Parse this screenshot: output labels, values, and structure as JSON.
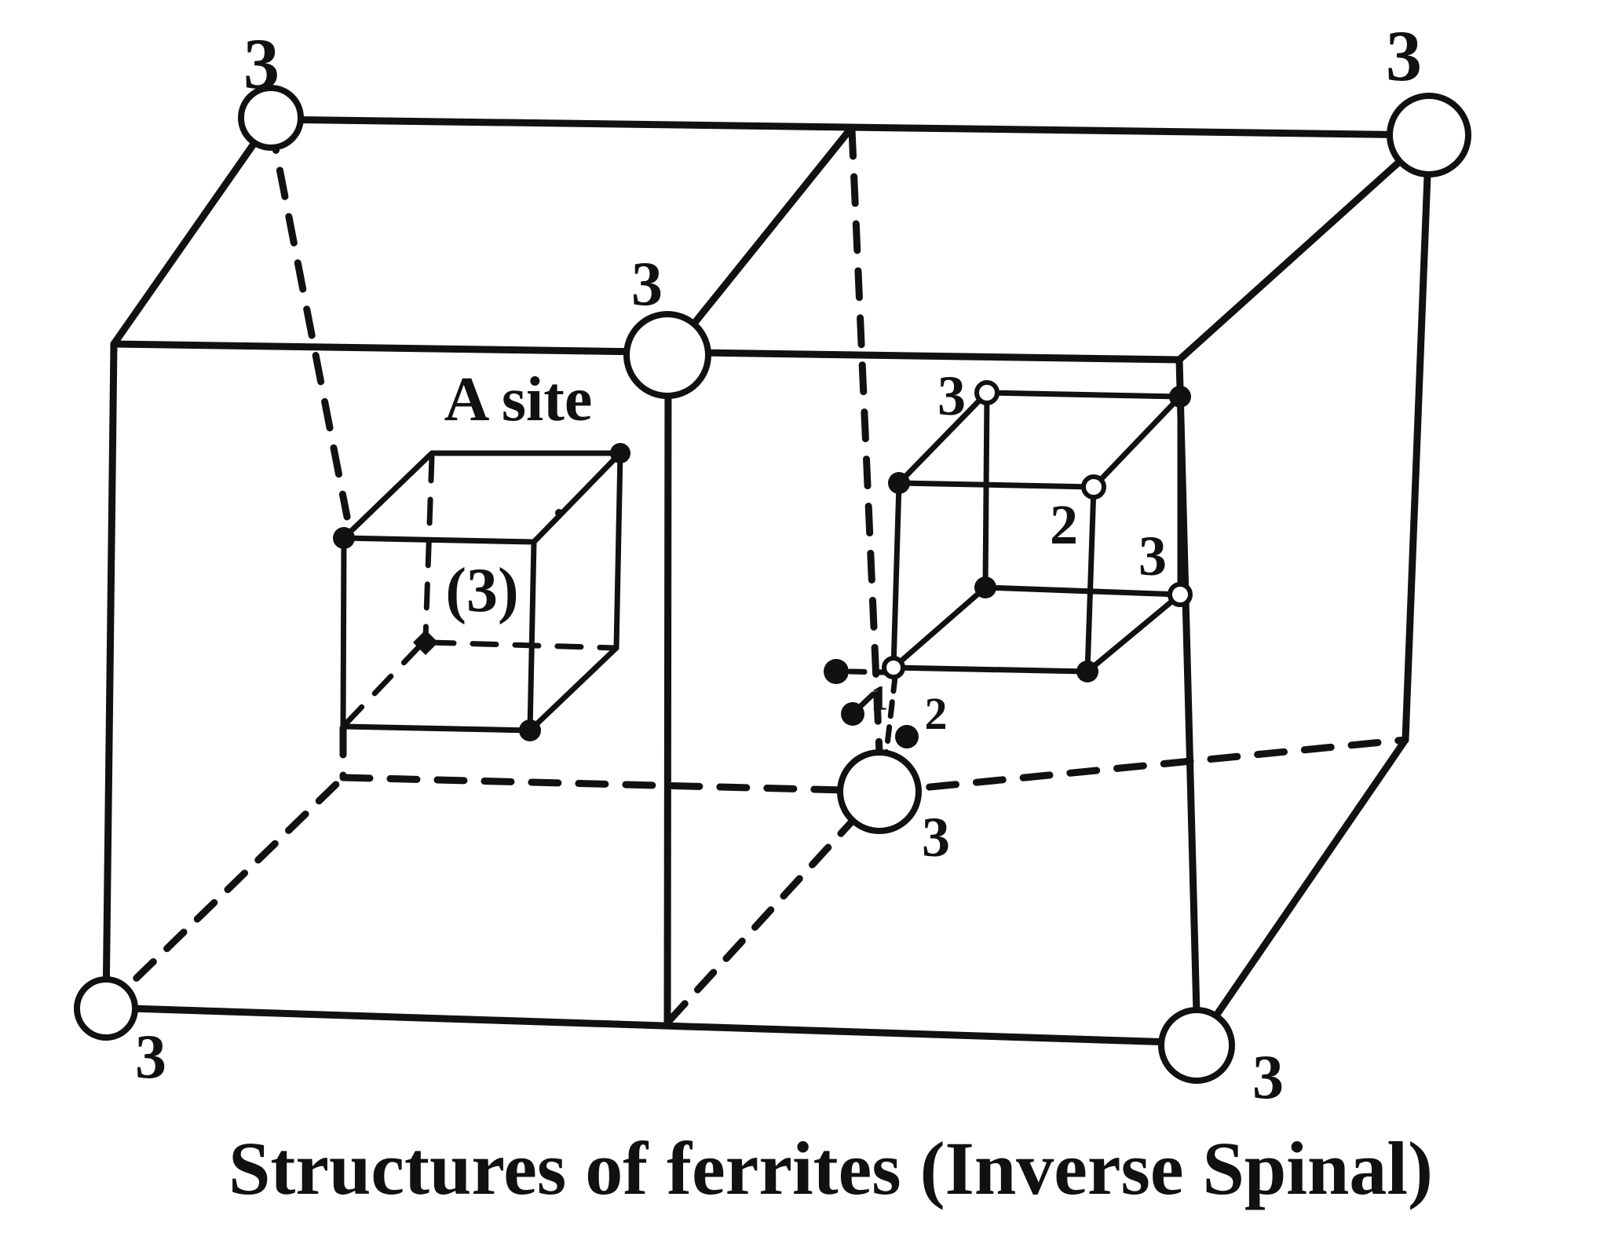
{
  "colors": {
    "ink": "#111111",
    "background": "#ffffff"
  },
  "title": "Structures of ferrites (Inverse Spinal)",
  "labels": {
    "corner_top_left": "3",
    "corner_top_right": "3",
    "corner_bottom_left": "3",
    "corner_bottom_right": "3",
    "edge_top_middle": "3",
    "edge_bottom_middle": "3",
    "a_site_name": "A site",
    "a_site_occupancy": "(3)",
    "b_site_back_top": "3",
    "b_site_front_top": "2",
    "b_site_bottom_right": "3",
    "cluster_small": "1",
    "cluster_main": "2"
  }
}
